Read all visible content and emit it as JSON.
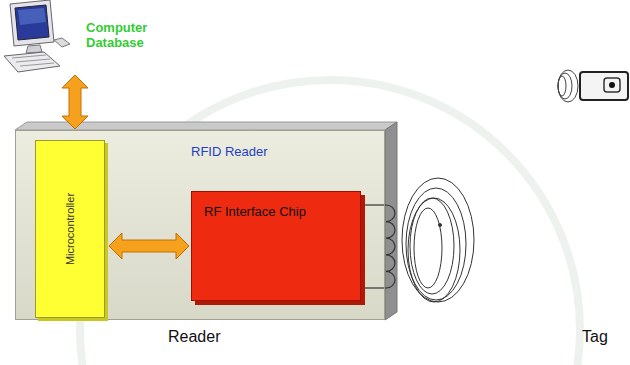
{
  "diagram": {
    "nodes": [
      {
        "text": [
          "Computer Database"
        ]
      },
      {
        "text": [
          "RFID Reader"
        ]
      },
      {
        "text": [
          "Microcontroller"
        ],
        "in": 1
      },
      {
        "text": [
          "RF Interface Chip"
        ],
        "in": 1
      }
    ],
    "edges": [
      {
        "from": 0,
        "to": 1,
        "arrow": "both"
      },
      {
        "from": 2,
        "to": 3,
        "arrow": "both"
      }
    ],
    "labels": [
      "Reader",
      "Tag"
    ]
  }
}
